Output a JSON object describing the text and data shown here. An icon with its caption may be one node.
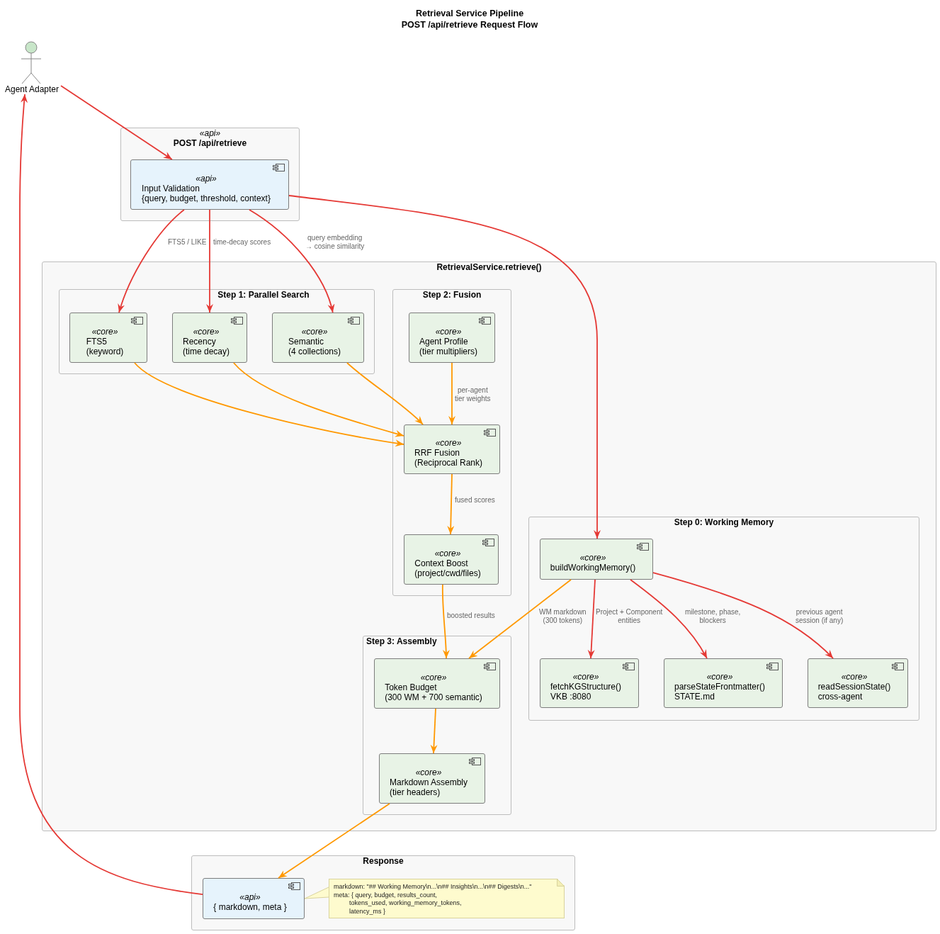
{
  "diagram": {
    "title": "Retrieval Service Pipeline POST /api/retrieve Request Flow",
    "nodes": [
      {
        "text": [
          "Agent Adapter"
        ]
      },
      {
        "text": [
          "«api»",
          "POST /api/retrieve"
        ]
      },
      {
        "text": [
          "«api»",
          "Input Validation",
          "{query, budget, threshold, context}"
        ],
        "in": 1
      },
      {
        "text": [
          "RetrievalService.retrieve()"
        ]
      },
      {
        "text": [
          "Step 1: Parallel Search"
        ],
        "in": 3
      },
      {
        "text": [
          "«core»",
          "FTS5",
          "(keyword)"
        ],
        "in": 4
      },
      {
        "text": [
          "«core»",
          "Recency",
          "(time decay)"
        ],
        "in": 4
      },
      {
        "text": [
          "«core»",
          "Semantic",
          "(4 collections)"
        ],
        "in": 4
      },
      {
        "text": [
          "Step 2: Fusion"
        ],
        "in": 3
      },
      {
        "text": [
          "«core»",
          "Agent Profile",
          "(tier multipliers)"
        ],
        "in": 8
      },
      {
        "text": [
          "«core»",
          "RRF Fusion",
          "(Reciprocal Rank)"
        ],
        "in": 8
      },
      {
        "text": [
          "«core»",
          "Context Boost",
          "(project/cwd/files)"
        ],
        "in": 8
      },
      {
        "text": [
          "Step 0: Working Memory"
        ],
        "in": 3
      },
      {
        "text": [
          "«core»",
          "buildWorkingMemory()"
        ],
        "in": 12
      },
      {
        "text": [
          "«core»",
          "fetchKGStructure()",
          "VKB :8080"
        ],
        "in": 12
      },
      {
        "text": [
          "«core»",
          "parseStateFrontmatter()",
          "STATE.md"
        ],
        "in": 12
      },
      {
        "text": [
          "«core»",
          "readSessionState()",
          "cross-agent"
        ],
        "in": 12
      },
      {
        "text": [
          "Step 3: Assembly"
        ],
        "in": 3
      },
      {
        "text": [
          "«core»",
          "Token Budget",
          "(300 WM + 700 semantic)"
        ],
        "in": 17
      },
      {
        "text": [
          "«core»",
          "Markdown Assembly",
          "(tier headers)"
        ],
        "in": 17
      },
      {
        "text": [
          "Response"
        ]
      },
      {
        "text": [
          "«api»",
          "{ markdown, meta }"
        ],
        "in": 20
      },
      {
        "text": [
          "markdown: \"## Working Memory\\n...\\n## Insights\\n...\\n## Digests\\n...\"",
          "meta: { query, budget, results_count, tokens_used, working_memory_tokens, latency_ms }"
        ],
        "in": 20
      }
    ],
    "edges": [
      {
        "from": 0,
        "to": 2,
        "arrow": "to",
        "color": "#e53935"
      },
      {
        "from": 2,
        "to": 5,
        "arrow": "to",
        "label": "FTS5 / LIKE",
        "color": "#e53935"
      },
      {
        "from": 2,
        "to": 6,
        "arrow": "to",
        "label": "time-decay scores",
        "color": "#e53935"
      },
      {
        "from": 2,
        "to": 7,
        "arrow": "to",
        "label": "query embedding → cosine similarity",
        "color": "#e53935"
      },
      {
        "from": 2,
        "to": 13,
        "arrow": "to",
        "color": "#e53935"
      },
      {
        "from": 5,
        "to": 10,
        "arrow": "to",
        "color": "#ff9800"
      },
      {
        "from": 6,
        "to": 10,
        "arrow": "to",
        "color": "#ff9800"
      },
      {
        "from": 7,
        "to": 10,
        "arrow": "to",
        "color": "#ff9800"
      },
      {
        "from": 9,
        "to": 10,
        "arrow": "to",
        "label": "per-agent tier weights",
        "color": "#ff9800"
      },
      {
        "from": 10,
        "to": 11,
        "arrow": "to",
        "label": "fused scores",
        "color": "#ff9800"
      },
      {
        "from": 11,
        "to": 18,
        "arrow": "to",
        "label": "boosted results",
        "color": "#ff9800"
      },
      {
        "from": 13,
        "to": 18,
        "arrow": "to",
        "label": "WM markdown (300 tokens)",
        "color": "#ff9800"
      },
      {
        "from": 13,
        "to": 14,
        "arrow": "to",
        "label": "Project + Component entities",
        "color": "#e53935"
      },
      {
        "from": 13,
        "to": 15,
        "arrow": "to",
        "label": "milestone, phase, blockers",
        "color": "#e53935"
      },
      {
        "from": 13,
        "to": 16,
        "arrow": "to",
        "label": "previous agent session (if any)",
        "color": "#e53935"
      },
      {
        "from": 18,
        "to": 19,
        "arrow": "to",
        "color": "#ff9800"
      },
      {
        "from": 19,
        "to": 21,
        "arrow": "to",
        "color": "#ff9800"
      },
      {
        "from": 21,
        "to": 0,
        "arrow": "to",
        "color": "#e53935"
      },
      {
        "from": 22,
        "to": 21,
        "arrow": "none",
        "color": "#d9d39c"
      }
    ]
  }
}
